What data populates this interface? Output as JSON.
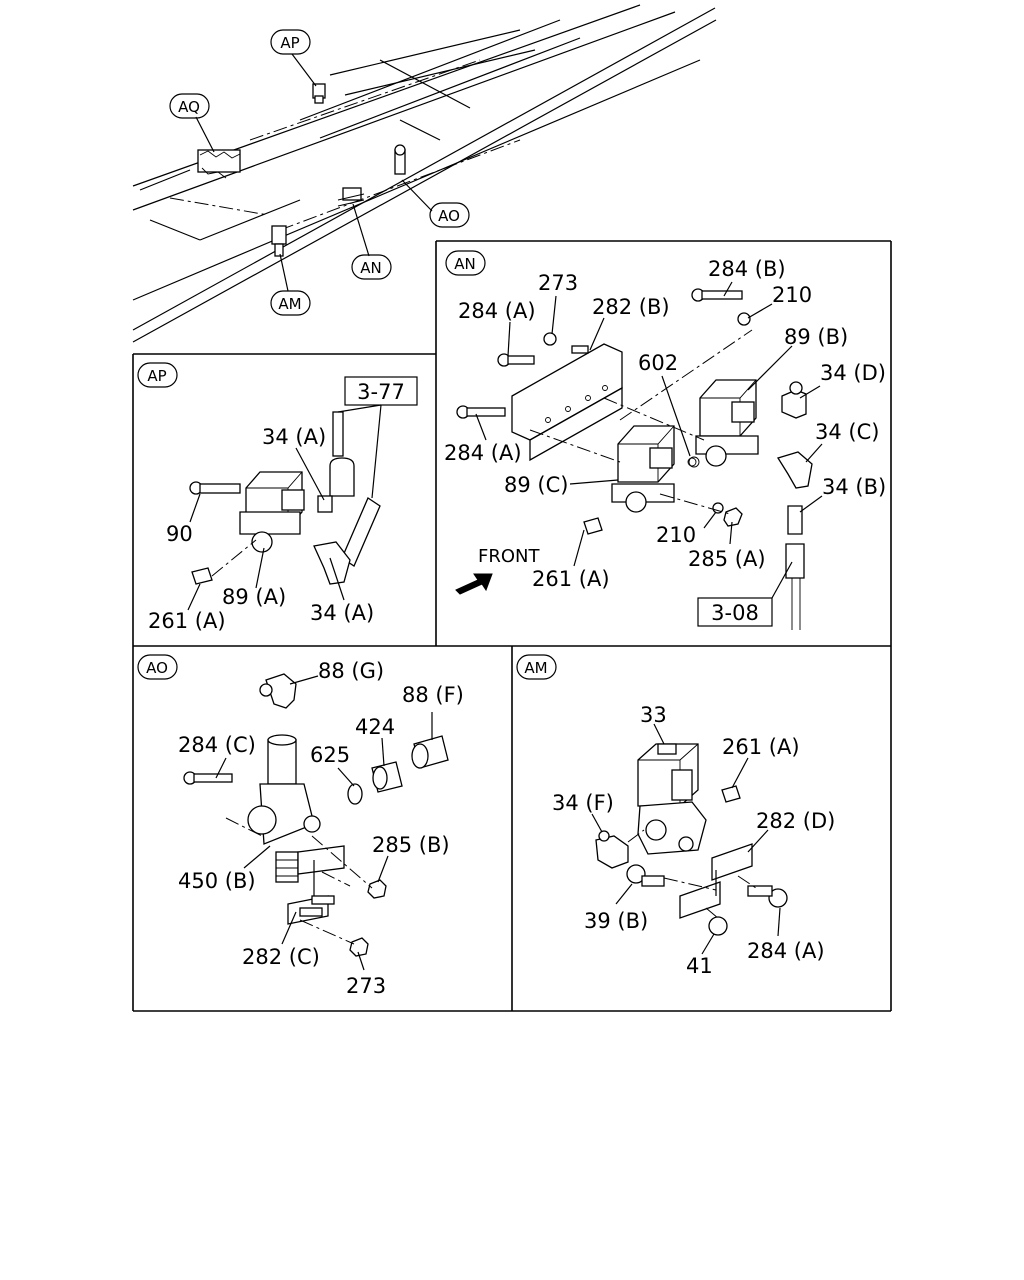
{
  "overview": {
    "callouts": [
      "AP",
      "AQ",
      "AO",
      "AN",
      "AM"
    ]
  },
  "panels": {
    "AP": {
      "tag": "AP",
      "ref_box": "3-77",
      "labels": [
        "34 (A)",
        "90",
        "89 (A)",
        "261 (A)",
        "34 (A)"
      ]
    },
    "AN": {
      "tag": "AN",
      "ref_box": "3-08",
      "front_label": "FRONT",
      "labels": [
        "273",
        "284 (B)",
        "210",
        "284 (A)",
        "282 (B)",
        "89 (B)",
        "602",
        "34 (D)",
        "34 (C)",
        "284 (A)",
        "89 (C)",
        "34 (B)",
        "210",
        "285 (A)",
        "261 (A)"
      ]
    },
    "AO": {
      "tag": "AO",
      "labels": [
        "88 (G)",
        "88 (F)",
        "424",
        "284 (C)",
        "625",
        "285 (B)",
        "450 (B)",
        "282 (C)",
        "273"
      ]
    },
    "AM": {
      "tag": "AM",
      "labels": [
        "33",
        "261 (A)",
        "34 (F)",
        "282 (D)",
        "39 (B)",
        "284 (A)",
        "41"
      ]
    }
  }
}
